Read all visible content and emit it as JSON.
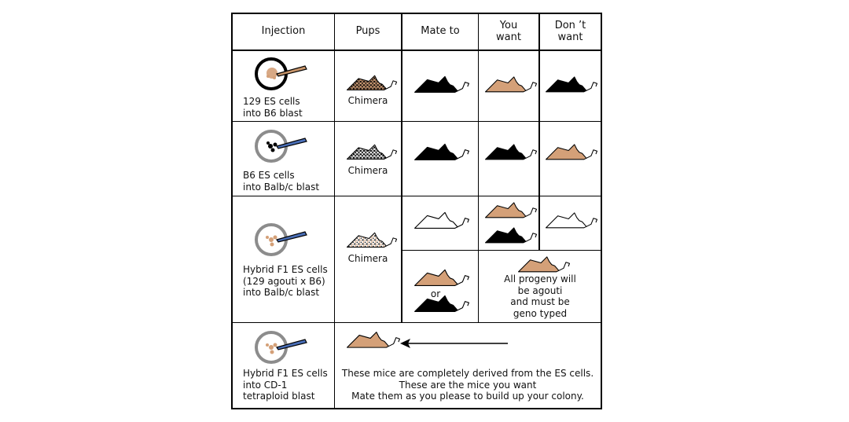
{
  "headers": {
    "injection": "Injection",
    "pups": "Pups",
    "mate_to": "Mate to",
    "you_want": "You\nwant",
    "dont_want": "Don ’t\nwant"
  },
  "rows": [
    {
      "label": "129 ES cells\ninto B6 blast",
      "pup_label": "Chimera"
    },
    {
      "label": "B6 ES cells\ninto Balb/c blast",
      "pup_label": "Chimera"
    },
    {
      "label": "Hybrid F1 ES cells\n(129 agouti x B6)\ninto Balb/c blast",
      "pup_label": "Chimera",
      "or_label": "or",
      "note": "All progeny will\nbe agouti\nand must be\ngeno typed"
    },
    {
      "label": "Hybrid F1 ES cells\ninto CD-1\ntetraploid blast",
      "statement": "These mice are completely derived from the ES cells.\nThese are the mice you want\nMate them as you please to build up your colony."
    }
  ],
  "colors": {
    "agouti": "#d4a078",
    "black": "#000000",
    "white": "#ffffff",
    "pipette": "#4a6fb8",
    "pipette_129": "#c8956a",
    "dish_outline_dark": "#000000",
    "dish_outline_grey": "#8c8c8c"
  },
  "icons": [
    "mouse-icon",
    "petri-dish-icon",
    "pipette-icon",
    "arrow-left-icon"
  ]
}
